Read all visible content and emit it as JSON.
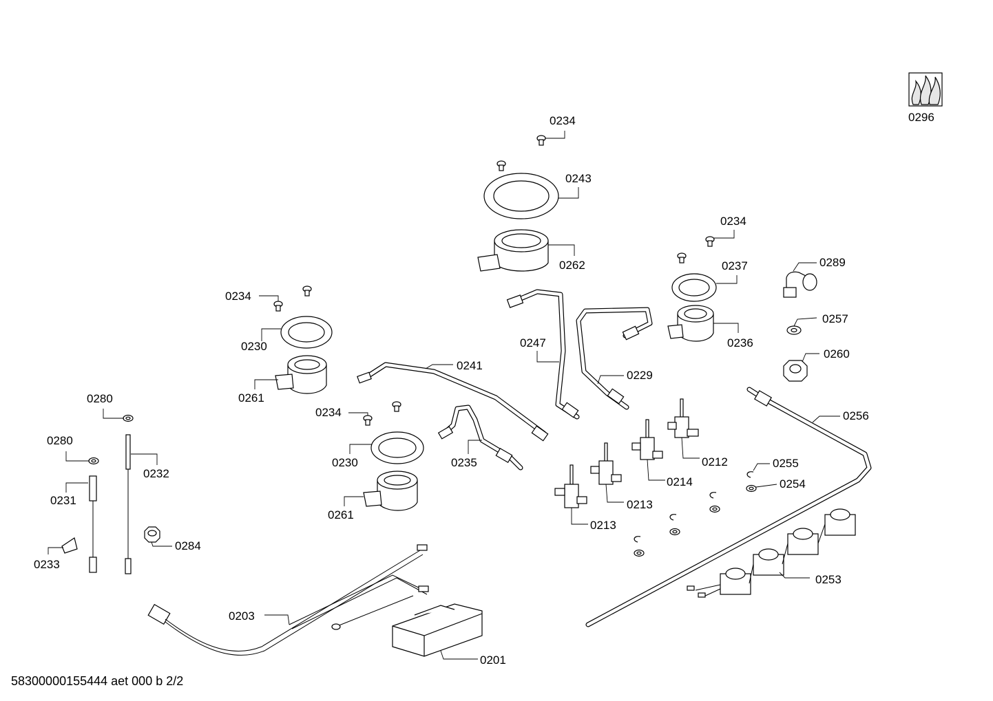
{
  "diagram": {
    "labels": [
      "0234",
      "0243",
      "0262",
      "0234",
      "0237",
      "0289",
      "0234",
      "0230",
      "0257",
      "0236",
      "0260",
      "0261",
      "0247",
      "0241",
      "0229",
      "0280",
      "0256",
      "0234",
      "0280",
      "0232",
      "0230",
      "0235",
      "0212",
      "0214",
      "0255",
      "0254",
      "0231",
      "0261",
      "0213",
      "0213",
      "0284",
      "0233",
      "0253",
      "0203",
      "0201",
      "0296"
    ]
  },
  "footer": {
    "code": "58300000155444 aet 000 b 2/2"
  }
}
